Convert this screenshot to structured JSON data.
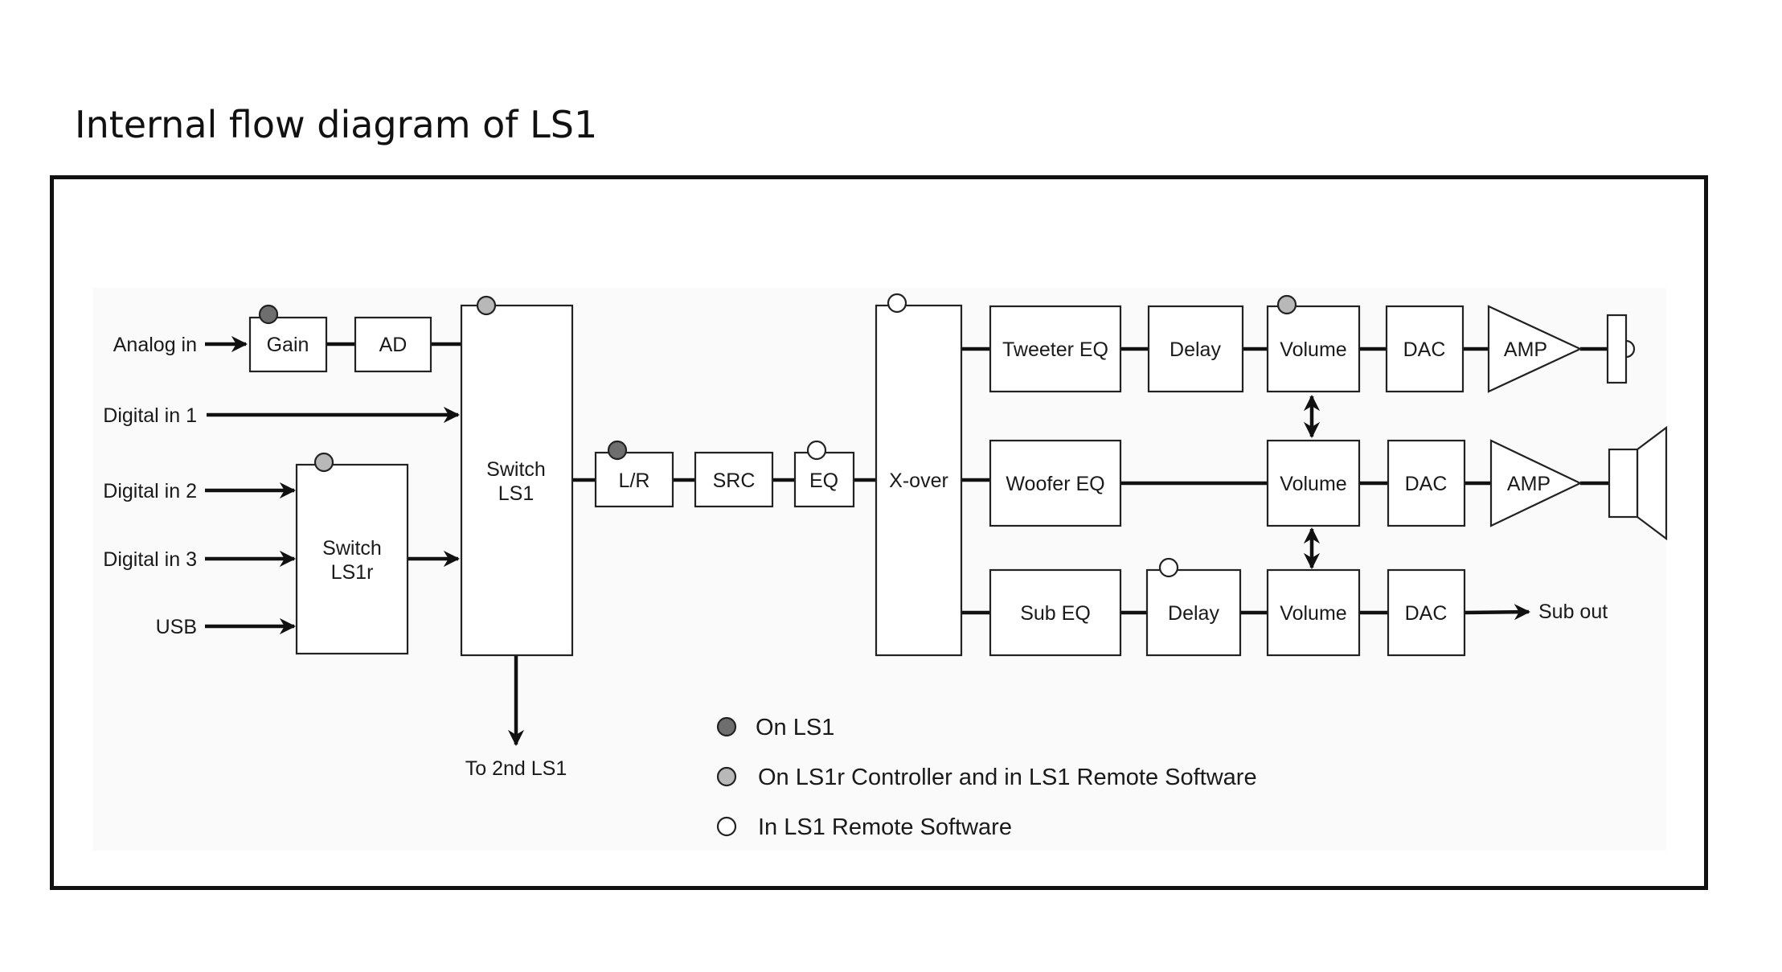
{
  "title": "Internal flow diagram of LS1",
  "colors": {
    "dark_dot": "#6e6e6e",
    "light_dot": "#b8b8b8",
    "open_dot": "#ffffff",
    "panel_bg": "#fafafa"
  },
  "inputs": {
    "analog": "Analog in",
    "digital1": "Digital in 1",
    "digital2": "Digital in 2",
    "digital3": "Digital in 3",
    "usb": "USB"
  },
  "blocks": {
    "gain": "Gain",
    "ad": "AD",
    "switch_ls1r": [
      "Switch",
      "LS1r"
    ],
    "switch_ls1": [
      "Switch",
      "LS1"
    ],
    "lr": "L/R",
    "src": "SRC",
    "eq": "EQ",
    "xover": "X-over",
    "tweeter_eq": "Tweeter EQ",
    "woofer_eq": "Woofer EQ",
    "sub_eq": "Sub EQ",
    "delay": "Delay",
    "volume": "Volume",
    "dac": "DAC",
    "amp": "AMP"
  },
  "outputs": {
    "second_ls1": "To 2nd LS1",
    "sub_out": "Sub out"
  },
  "legend": [
    {
      "marker": "dark",
      "label": "On LS1"
    },
    {
      "marker": "light",
      "label": "On LS1r Controller and in LS1 Remote Software"
    },
    {
      "marker": "open",
      "label": "In LS1 Remote Software"
    }
  ]
}
